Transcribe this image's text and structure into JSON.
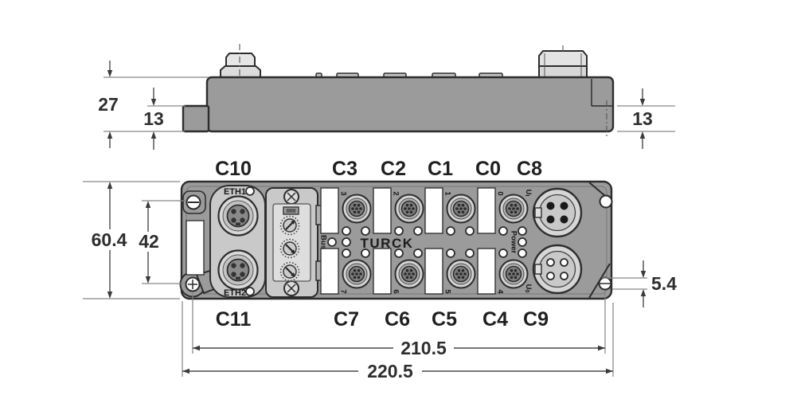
{
  "colors": {
    "device_body": "#9b9b9b",
    "cover_plate": "#c9c9c9",
    "inner_panel": "#dedede",
    "outline": "#2d2d2d",
    "dimension_line": "#868686",
    "label_white": "#ffffff"
  },
  "side_view": {
    "dim_height_total": "27",
    "dim_flange_left": "13",
    "dim_flange_right": "13"
  },
  "front_view": {
    "top_port_labels": [
      "C10",
      "C3",
      "C2",
      "C1",
      "C0",
      "C8"
    ],
    "bottom_port_labels": [
      "C11",
      "C7",
      "C6",
      "C5",
      "C4",
      "C9"
    ],
    "eth_labels": [
      "ETH1",
      "ETH2"
    ],
    "led_group_labels": [
      "Bus",
      "Power"
    ],
    "brand": "TURCK",
    "port_numbers_top": [
      "3",
      "2",
      "1",
      "0"
    ],
    "port_numbers_bottom": [
      "7",
      "6",
      "5",
      "4"
    ],
    "power_connector_labels": [
      {
        "main": "U",
        "sub": "I"
      },
      {
        "main": "U",
        "sub": "0"
      }
    ],
    "dim_height": "60.4",
    "dim_mount_hole_spacing_vertical": "42",
    "dim_mount_hole_diameter": "5.4",
    "dim_mount_hole_spacing_horizontal": "210.5",
    "dim_total_width": "220.5"
  }
}
